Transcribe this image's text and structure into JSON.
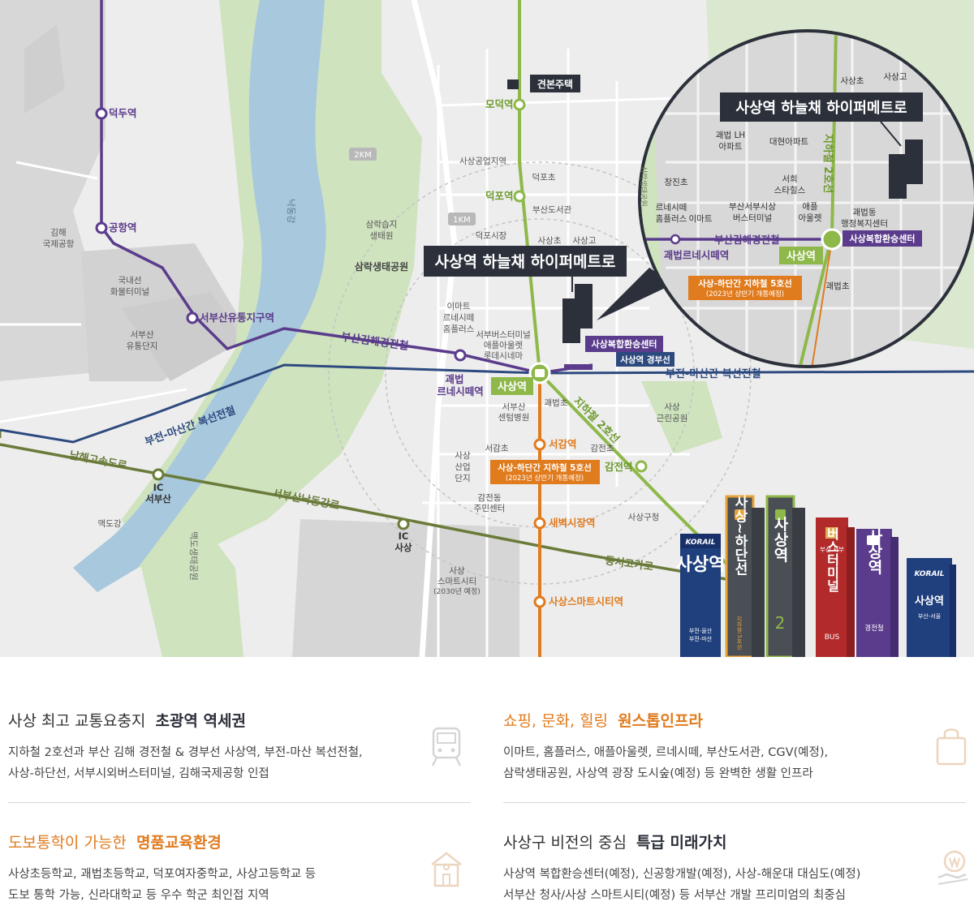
{
  "map": {
    "callouts": {
      "main_site": "사상역 하늘채 하이퍼메트로",
      "zoom_site": "사상역 하늘채 하이퍼메트로",
      "gyeonbon": "견본주택",
      "sasang_hub": "사상복합환승센터",
      "gyeongbu": "사상역 경부선",
      "sasang_station": "사상역",
      "line5_title": "사상-하단간 지하철 5호선",
      "line5_note": "(2023년 상반기 개통예정)"
    },
    "stations": {
      "deokdu": "덕두역",
      "airport": "공항역",
      "seobusan_logistics": "서부산유통지구역",
      "goebeop_rene": [
        "괘법",
        "르네시떼역"
      ],
      "modeok": "모덕역",
      "deokpo": "덕포역",
      "gamjeon": "감전역",
      "seogam": "서감역",
      "saebyeok_market": "새벽시장역",
      "sasang_smartcity": "사상스마트시티역"
    },
    "lines": {
      "busan_gimhae_light_rail": "부산김해경전철",
      "bujeon_masan": "부전-마산간 복선전철",
      "subway2": "지하철 2호선",
      "namhae_expressway": "남해고속도로",
      "seobusan_nakdong_ro": "서부산낙동강로",
      "dongseo_goga_ro": "동서고가로"
    },
    "places": {
      "gimhae_airport": [
        "김해",
        "국제공항"
      ],
      "domestic_cargo": [
        "국내선",
        "화물터미널"
      ],
      "seobusan_distribution": [
        "서부산",
        "유통단지"
      ],
      "nakdong_river": "낙동강",
      "samrak_wetland": [
        "삼락습지",
        "생태원"
      ],
      "samrak_park": "삼락생태공원",
      "maekdo_gang": "맥도강",
      "maekdo_park": "맥도생태공원",
      "sasang_industrial": "사상공업지역",
      "deokpo_elem": "덕포초",
      "busan_library": "부산도서관",
      "deokpo_market": "덕포시장",
      "sasang_elem": "사상초",
      "sasang_high": "사상고",
      "emart_rene": [
        "이마트",
        "르네시떼",
        "홈플러스"
      ],
      "bus_terminal_area": [
        "서부버스터미널",
        "애플아울렛",
        "롯데시네마"
      ],
      "seobu_hospital": [
        "서부산",
        "센텀병원"
      ],
      "goebeop_elem": "괘법초",
      "sasang_park": [
        "사상",
        "근린공원"
      ],
      "seogam_elem": "서감초",
      "gamjeon_elem": "감전초",
      "sasang_industrial_complex": [
        "사상",
        "산업",
        "단지"
      ],
      "gamjeon_community": [
        "감전동",
        "주민센터"
      ],
      "sasang_gu_office": "사상구청",
      "smartcity": [
        "사상",
        "스마트시티"
      ],
      "smartcity_note": "(2030년 예정)",
      "ic_seobusan": [
        "IC",
        "서부산"
      ],
      "ic_sasang": [
        "IC",
        "사상"
      ],
      "km2": "2KM",
      "km1": "1KM"
    },
    "zoom_places": {
      "sasang_elem": "사상초",
      "sasang_high": "사상고",
      "lh_apt": [
        "괘법 LH",
        "아파트"
      ],
      "daehyeon_apt": "대현아파트",
      "changjin_elem": "창진초",
      "seohee_starhills": [
        "서희",
        "스타힐스"
      ],
      "rene_homeplus": [
        "르네시떼",
        "홈플러스"
      ],
      "emart": "이마트",
      "bus_terminal": [
        "부산서부시상",
        "버스터미널"
      ],
      "apple_outlet": [
        "애플",
        "아울렛"
      ],
      "goebeop_office": [
        "괘법동",
        "행정복지센터"
      ],
      "goebeop_elem": "괘법초",
      "samrak_park_v": "삼락생태공원",
      "station_goebeop": "괘법르네시떼역",
      "line_label": "부산김해경전철",
      "subway2": "지하철 2호선",
      "hub": "사상복합환승센터",
      "sasang": "사상역",
      "line5_title": "사상-하단간 지하철 5호선",
      "line5_note": "(2023년 상반기 개통예정)"
    },
    "signs": {
      "korail1": {
        "brand": "KORAIL",
        "title": "사상역",
        "sub1": "부전-울산",
        "sub2": "부전-마산"
      },
      "sasang_hadan": {
        "title": "사상~하단선",
        "sub": "지하철 5호선"
      },
      "line2": {
        "title": "사상역",
        "num": "2"
      },
      "bus_terminal": {
        "top": "부산 서부",
        "title": "버스터미널",
        "sub": "BUS"
      },
      "gyeongjeon": {
        "title": "사상역",
        "sub": "경전철"
      },
      "korail2": {
        "brand": "KORAIL",
        "title": "사상역",
        "sub": "부산-서울"
      }
    }
  },
  "sections": [
    {
      "prefix": "사상 최고 교통요충지",
      "highlight": "초광역 역세권",
      "highlight_color": "#2b2f3a",
      "lines": [
        "지하철 2호선과 부산 김해 경전철 & 경부선 사상역, 부전-마산 복선전철,",
        "사상-하단선, 서부시외버스터미널, 김해국제공항 인접"
      ],
      "icon": "train-icon"
    },
    {
      "prefix": "쇼핑, 문화, 힐링",
      "highlight": "원스톱인프라",
      "highlight_color": "#e07b1e",
      "lines": [
        "이마트, 홈플러스, 애플아울렛, 르네시떼, 부산도서관, CGV(예정),",
        "삼락생태공원, 사상역 광장 도시숲(예정) 등 완벽한 생활 인프라"
      ],
      "icon": "shopping-bag-icon"
    },
    {
      "prefix": "도보통학이 가능한",
      "highlight": "명품교육환경",
      "highlight_color": "#e07b1e",
      "lines": [
        "사상초등학교, 괘법초등학교, 덕포여자중학교, 사상고등학교 등",
        "도보 통학 가능, 신라대학교 등 우수 학군 최인접 지역"
      ],
      "icon": "school-icon"
    },
    {
      "prefix": "사상구 비전의 중심",
      "highlight": "특급 미래가치",
      "highlight_color": "#2b2f3a",
      "lines": [
        "사상역 복합환승센터(예정), 신공항개발(예정), 사상-해운대 대심도(예정)",
        "서부산 청사/사상 스마트시티(예정) 등 서부산 개발 프리미엄의 최중심"
      ],
      "icon": "money-hand-icon"
    }
  ]
}
